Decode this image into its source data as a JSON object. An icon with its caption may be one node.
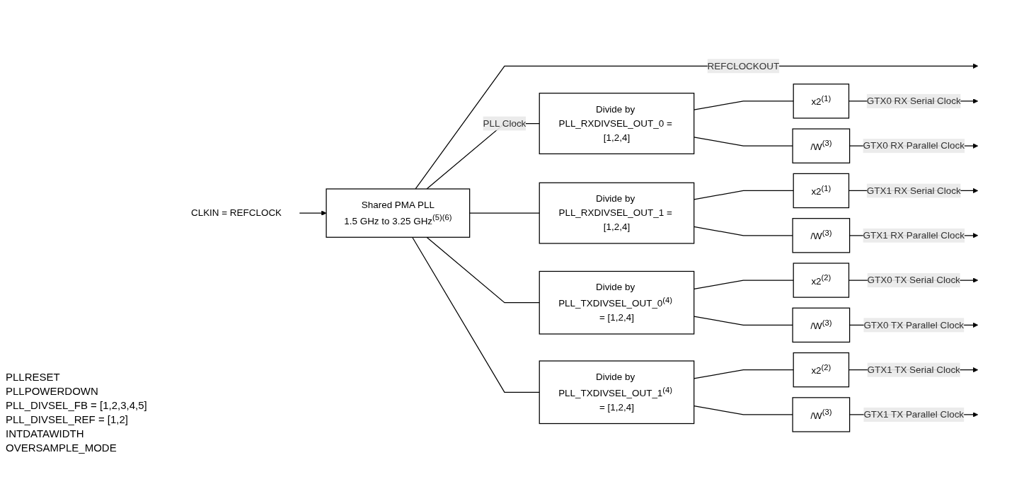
{
  "diagram": {
    "nodes": [
      {
        "text": [
          "CLKIN = REFCLOCK"
        ]
      },
      {
        "text": [
          "Shared PMA PLL",
          "1.5 GHz to 3.25 GHz$^{(5)(6)}$"
        ]
      },
      {
        "text": [
          "Divide by PLL_RXDIVSEL_OUT_0 = [1,2,4]"
        ]
      },
      {
        "text": [
          "Divide by PLL_RXDIVSEL_OUT_1 = [1,2,4]"
        ]
      },
      {
        "text": [
          "Divide by PLL_TXDIVSEL_OUT_0$^{(4)}$ = [1,2,4]"
        ]
      },
      {
        "text": [
          "Divide by PLL_TXDIVSEL_OUT_1$^{(4)}$ = [1,2,4]"
        ]
      },
      {
        "text": [
          "x2$^{(1)}$"
        ]
      },
      {
        "text": [
          "/W$^{(3)}$"
        ]
      },
      {
        "text": [
          "x2$^{(1)}$"
        ]
      },
      {
        "text": [
          "/W$^{(3)}$"
        ]
      },
      {
        "text": [
          "x2$^{(2)}$"
        ]
      },
      {
        "text": [
          "/W$^{(3)}$"
        ]
      },
      {
        "text": [
          "x2$^{(2)}$"
        ]
      },
      {
        "text": [
          "/W$^{(3)}$"
        ]
      }
    ],
    "edges": [
      {
        "from": 0,
        "to": 1,
        "arrow": "to"
      },
      {
        "from": 1,
        "to": null,
        "arrow": "to",
        "label": "REFCLOCKOUT"
      },
      {
        "from": 1,
        "to": 2,
        "arrow": "none",
        "label": "PLL Clock"
      },
      {
        "from": 1,
        "to": 3,
        "arrow": "none"
      },
      {
        "from": 1,
        "to": 4,
        "arrow": "none"
      },
      {
        "from": 1,
        "to": 5,
        "arrow": "none"
      },
      {
        "from": 2,
        "to": 6,
        "arrow": "none"
      },
      {
        "from": 2,
        "to": 7,
        "arrow": "none"
      },
      {
        "from": 3,
        "to": 8,
        "arrow": "none"
      },
      {
        "from": 3,
        "to": 9,
        "arrow": "none"
      },
      {
        "from": 4,
        "to": 10,
        "arrow": "none"
      },
      {
        "from": 4,
        "to": 11,
        "arrow": "none"
      },
      {
        "from": 5,
        "to": 12,
        "arrow": "none"
      },
      {
        "from": 5,
        "to": 13,
        "arrow": "none"
      },
      {
        "from": 6,
        "to": null,
        "arrow": "to",
        "label": "GTX0 RX Serial Clock"
      },
      {
        "from": 7,
        "to": null,
        "arrow": "to",
        "label": "GTX0 RX Parallel Clock"
      },
      {
        "from": 8,
        "to": null,
        "arrow": "to",
        "label": "GTX1 RX Serial Clock"
      },
      {
        "from": 9,
        "to": null,
        "arrow": "to",
        "label": "GTX1 RX Parallel Clock"
      },
      {
        "from": 10,
        "to": null,
        "arrow": "to",
        "label": "GTX0 TX Serial Clock"
      },
      {
        "from": 11,
        "to": null,
        "arrow": "to",
        "label": "GTX0 TX Parallel Clock"
      },
      {
        "from": 12,
        "to": null,
        "arrow": "to",
        "label": "GTX1 TX Serial Clock"
      },
      {
        "from": 13,
        "to": null,
        "arrow": "to",
        "label": "GTX1 TX Parallel Clock"
      }
    ],
    "labels": [
      "PLLRESET",
      "PLLPOWERDOWN",
      "PLL_DIVSEL_FB = [1,2,3,4,5]",
      "PLL_DIVSEL_REF = [1,2]",
      "INTDATAWIDTH",
      "OVERSAMPLE_MODE"
    ]
  }
}
